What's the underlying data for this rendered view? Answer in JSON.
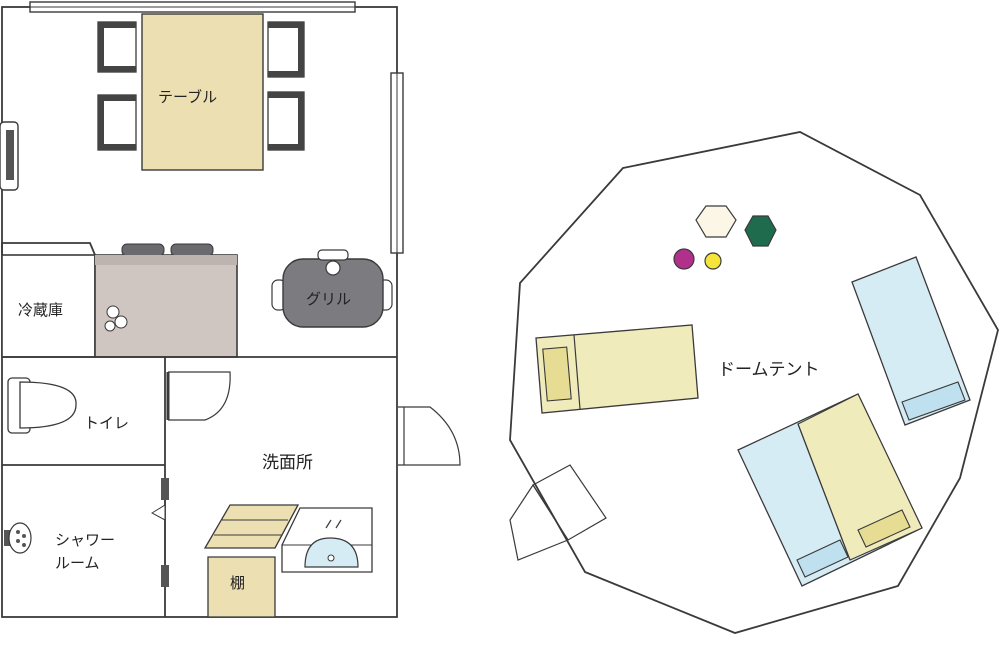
{
  "cabin": {
    "table_label": "テーブル",
    "fridge_label": "冷蔵庫",
    "grill_label": "グリル",
    "toilet_label": "トイレ",
    "washroom_label": "洗面所",
    "shower_label_line1": "シャワー",
    "shower_label_line2": "ルーム",
    "shelf_label": "棚"
  },
  "tent": {
    "label": "ドームテント"
  },
  "colors": {
    "wood": "#ecdfb2",
    "counter": "#cfc6c2",
    "grill": "#7c7c80",
    "bed_yellow": "#f0ebbb",
    "bed_blue": "#d5ecf5",
    "cushion_white": "#fbf6e6",
    "cushion_green": "#1f6b4e",
    "cushion_magenta": "#b1308c",
    "cushion_yellow": "#f6e43a",
    "line": "#3a3a3a"
  }
}
